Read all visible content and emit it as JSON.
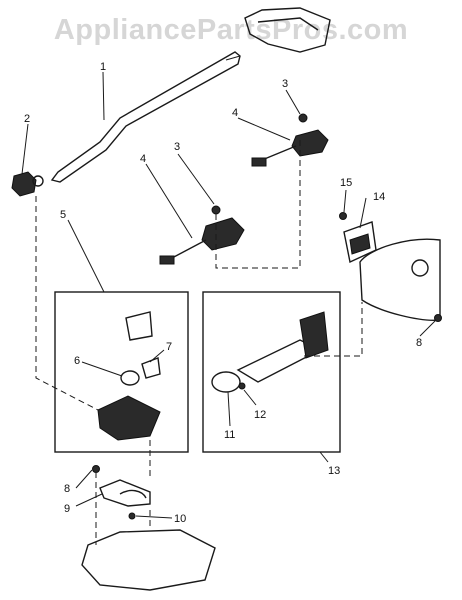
{
  "watermark": "AppliancePartsPros.com",
  "callouts": {
    "c1": "1",
    "c2": "2",
    "c3a": "3",
    "c3b": "3",
    "c4a": "4",
    "c4b": "4",
    "c5": "5",
    "c6": "6",
    "c7": "7",
    "c8a": "8",
    "c8b": "8",
    "c9": "9",
    "c10": "10",
    "c11": "11",
    "c12": "12",
    "c13": "13",
    "c14": "14",
    "c15": "15"
  }
}
